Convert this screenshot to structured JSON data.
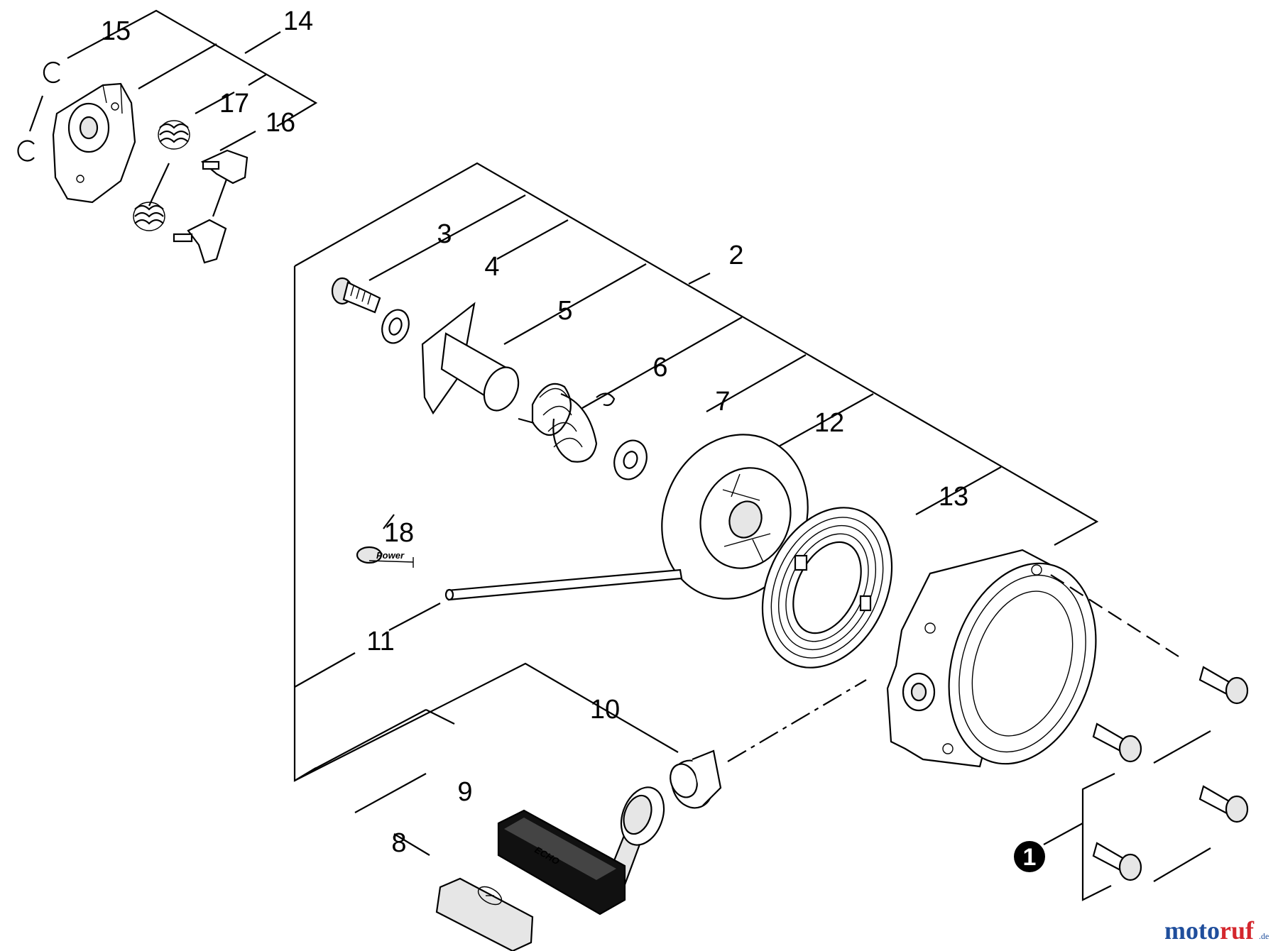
{
  "parts": [
    {
      "id": "part-1",
      "label": "1",
      "style": "filled-circle"
    },
    {
      "id": "part-2",
      "label": "2"
    },
    {
      "id": "part-3",
      "label": "3"
    },
    {
      "id": "part-4",
      "label": "4"
    },
    {
      "id": "part-5",
      "label": "5"
    },
    {
      "id": "part-6",
      "label": "6"
    },
    {
      "id": "part-7",
      "label": "7"
    },
    {
      "id": "part-8",
      "label": "8"
    },
    {
      "id": "part-9",
      "label": "9"
    },
    {
      "id": "part-10",
      "label": "10"
    },
    {
      "id": "part-11",
      "label": "11"
    },
    {
      "id": "part-12",
      "label": "12"
    },
    {
      "id": "part-13",
      "label": "13"
    },
    {
      "id": "part-14",
      "label": "14"
    },
    {
      "id": "part-15",
      "label": "15"
    },
    {
      "id": "part-16",
      "label": "16"
    },
    {
      "id": "part-17",
      "label": "17"
    },
    {
      "id": "part-18",
      "label": "18"
    }
  ],
  "decal_text": "Power",
  "handle_text": "ECHO",
  "watermark": {
    "name": "motoruf",
    "suffix": ".de",
    "colors": [
      "#1f4e9c",
      "#d4262c"
    ]
  }
}
